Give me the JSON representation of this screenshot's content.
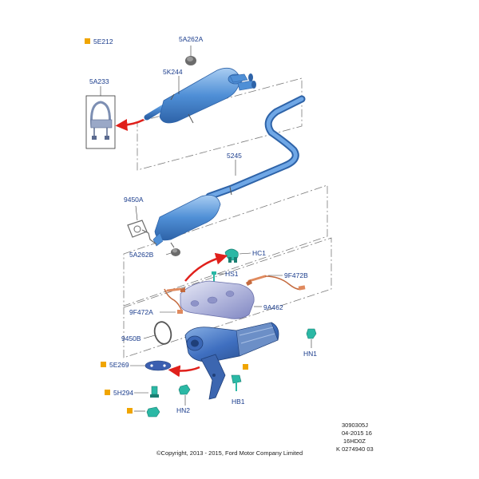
{
  "colors": {
    "label": "#1a3c8c",
    "part_blue": "#4f8fd6",
    "part_dark": "#2e63a8",
    "part_light": "#a9cdf2",
    "marker": "#f0a500",
    "arrow": "#e0201b",
    "sensor": "#e08a5e",
    "clip": "#2bb8a5"
  },
  "legend": {
    "marker_label": "5E212"
  },
  "labels": {
    "p5A262A": "5A262A",
    "p5K244": "5K244",
    "p5A233": "5A233",
    "p5245": "5245",
    "p9450A": "9450A",
    "p5A262B": "5A262B",
    "pHC1": "HC1",
    "pHS1": "HS1",
    "p9F472B": "9F472B",
    "p9F472A": "9F472A",
    "p9A462": "9A462",
    "p9450B": "9450B",
    "pHN1": "HN1",
    "p5E269": "5E269",
    "p5H294": "5H294",
    "pHN2": "HN2",
    "pHB1": "HB1"
  },
  "footer": {
    "ref1": "3090305J",
    "ref2": "04-2015 16",
    "ref3": "16HD0Z",
    "ref4": "K 0274940 03",
    "copyright": "©Copyright, 2013 - 2015, Ford Motor Company Limited"
  }
}
